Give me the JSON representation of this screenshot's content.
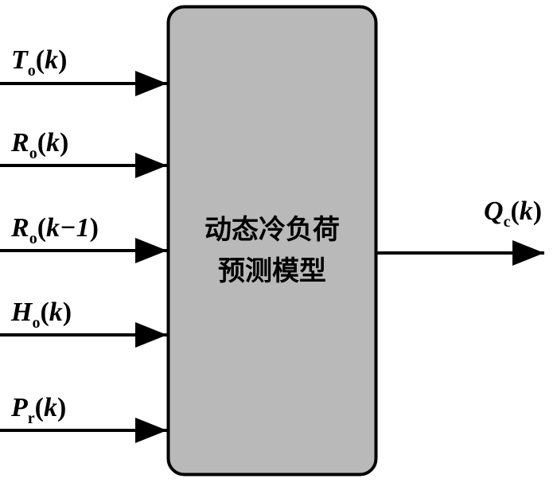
{
  "diagram": {
    "box": {
      "title_line1": "动态冷负荷",
      "title_line2": "预测模型",
      "fill_color": "#b9b9b9",
      "stroke_color": "#000000"
    },
    "inputs": [
      {
        "symbol": "T",
        "subscript": "o",
        "argument": "k"
      },
      {
        "symbol": "R",
        "subscript": "o",
        "argument": "k"
      },
      {
        "symbol": "R",
        "subscript": "o",
        "argument": "k−1"
      },
      {
        "symbol": "H",
        "subscript": "o",
        "argument": "k"
      },
      {
        "symbol": "P",
        "subscript": "r",
        "argument": "k"
      }
    ],
    "output": {
      "symbol": "Q",
      "subscript": "c",
      "argument": "k"
    },
    "paren_open": "(",
    "paren_close": ")"
  }
}
